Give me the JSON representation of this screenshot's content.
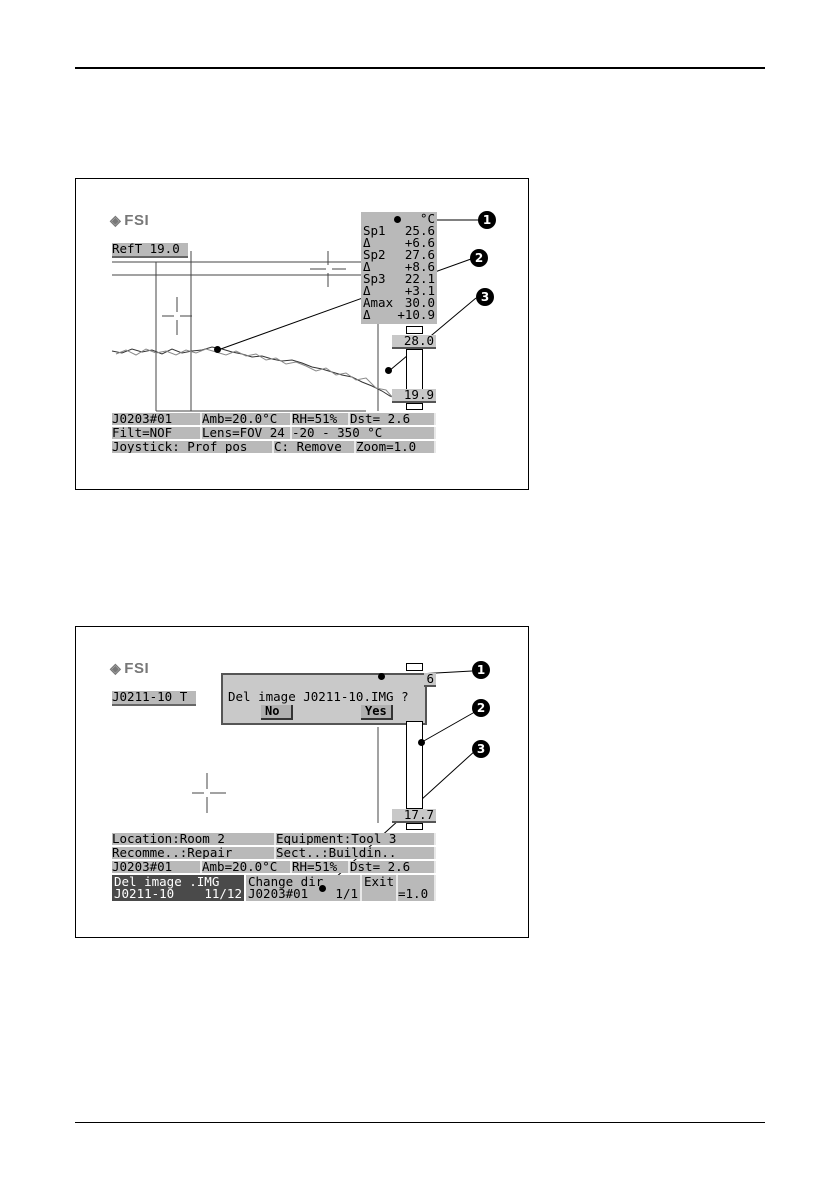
{
  "screen1": {
    "logo": "FSI",
    "ref_label": "RefT 19.0",
    "readout": {
      "unit": "°C",
      "rows": [
        {
          "label": "Sp1",
          "value": "25.6"
        },
        {
          "label": "Δ",
          "value": "+6.6"
        },
        {
          "label": "Sp2",
          "value": "27.6"
        },
        {
          "label": "Δ",
          "value": "+8.6"
        },
        {
          "label": "Sp3",
          "value": "22.1"
        },
        {
          "label": "Δ",
          "value": "+3.1"
        },
        {
          "label": "Amax",
          "value": "30.0"
        },
        {
          "label": "Δ",
          "value": "+10.9"
        }
      ]
    },
    "scale_top": "28.0",
    "scale_bottom": "19.9",
    "status": {
      "row1": [
        "J0203#01",
        "Amb=20.0°C",
        "RH=51%",
        "Dst= 2.6"
      ],
      "row2": [
        "Filt=NOF",
        "Lens=FOV 24",
        "-20 - 350 °C"
      ],
      "row3": [
        "Joystick: Prof pos",
        "C: Remove",
        "Zoom=1.0"
      ]
    },
    "callouts": [
      "1",
      "2",
      "3"
    ]
  },
  "screen2": {
    "logo": "FSI",
    "image_label": "J0211-10 T",
    "dialog": {
      "question": "Del image J0211-10.IMG ?",
      "no_label": "No",
      "yes_label": "Yes"
    },
    "scale_top_partial": "6",
    "scale_bottom": "17.7",
    "status": {
      "row1": [
        "Location:Room 2",
        "Equipment:Tool 3"
      ],
      "row2": [
        "Recomme..:Repair",
        "Sect..:Buildin.."
      ],
      "row3": [
        "J0203#01",
        "Amb=20.0°C",
        "RH=51%",
        "Dst= 2.6"
      ],
      "menu": {
        "del_title": "Del image .IMG",
        "del_file": "J0211-10",
        "del_count": "11/12",
        "change_title": "Change dir",
        "change_dir": "J0203#01",
        "change_count": "1/1",
        "exit_label": "Exit",
        "zoom_partial": "=1.0"
      }
    },
    "callouts": [
      "1",
      "2",
      "3"
    ]
  }
}
